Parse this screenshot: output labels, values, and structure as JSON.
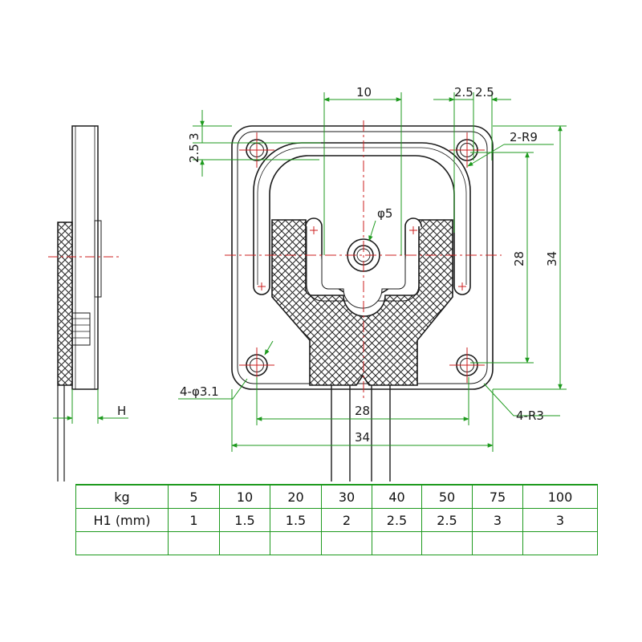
{
  "labels": {
    "dim_10": "10",
    "dim_2_5_a": "2.5",
    "dim_2_5_b": "2.5",
    "dim_2_5_c": "2.5",
    "dim_3": "3",
    "dim_2_R9": "2-R9",
    "dim_phi5": "φ5",
    "dim_28_v": "28",
    "dim_34_v": "34",
    "dim_4_phi3_1": "4-φ3.1",
    "dim_28_h": "28",
    "dim_34_h": "34",
    "dim_4_R3": "4-R3",
    "dim_H": "H"
  },
  "colors": {
    "outline": "#1a1a1a",
    "dimension": "#1e9a1e",
    "centerline": "#cc1f1f"
  },
  "table": {
    "rows": [
      [
        "kg",
        "5",
        "10",
        "20",
        "30",
        "40",
        "50",
        "75",
        "100"
      ],
      [
        "H1 (mm)",
        "1",
        "1.5",
        "1.5",
        "2",
        "2.5",
        "2.5",
        "3",
        "3"
      ],
      [
        "",
        "",
        "",
        "",
        "",
        "",
        "",
        "",
        ""
      ]
    ]
  }
}
